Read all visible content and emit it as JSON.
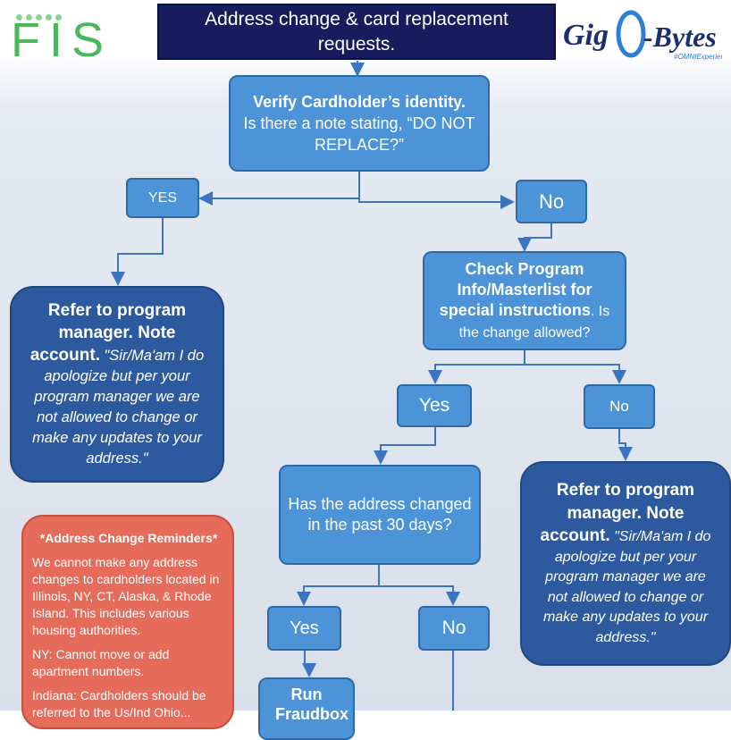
{
  "header": {
    "title": "Address change & card replacement requests."
  },
  "logos": {
    "fis": "FIS",
    "gigabytes_lettering": "Gig-O-Bytes #OMNIExperience"
  },
  "nodes": {
    "verify": {
      "bold": "Verify Cardholder’s identity.",
      "rest": "Is there a note stating, “DO NOT REPLACE?”"
    },
    "yes1": "YES",
    "no1": "No",
    "refer_left": {
      "bold": "Refer to program manager. Note account.",
      "italic": "\"Sir/Ma'am I do apologize but per your program manager we are not allowed to change or make any updates to your address.\""
    },
    "check": {
      "bold": "Check Program Info/Masterlist for special instructions",
      "rest": ". Is the change allowed?"
    },
    "yes2": "Yes",
    "no2": "No",
    "refer_right": {
      "bold": "Refer to program manager. Note account.",
      "italic": "\"Sir/Ma'am I do apologize but per your program manager we are not allowed to change or make any updates to your address.\""
    },
    "changed30": "Has the address changed in the past 30 days?",
    "yes3": "Yes",
    "no3": "No",
    "fraudbox": "Run Fraudbox"
  },
  "reminders": {
    "title": "*Address Change Reminders*",
    "p1": "We cannot make any address changes to cardholders located in Illinois, NY, CT, Alaska, & Rhode Island. This includes various housing authorities.",
    "p2": "NY: Cannot move or add apartment numbers.",
    "p3": "Indiana: Cardholders should be referred to the Us/Ind Ohio..."
  },
  "colors": {
    "header_bg": "#161c5c",
    "light_box": "#4c93d7",
    "dark_box": "#2d5a9e",
    "reminder_box": "#e56b5b",
    "fis_green": "#4bb75a",
    "connector": "#3b74c0"
  }
}
